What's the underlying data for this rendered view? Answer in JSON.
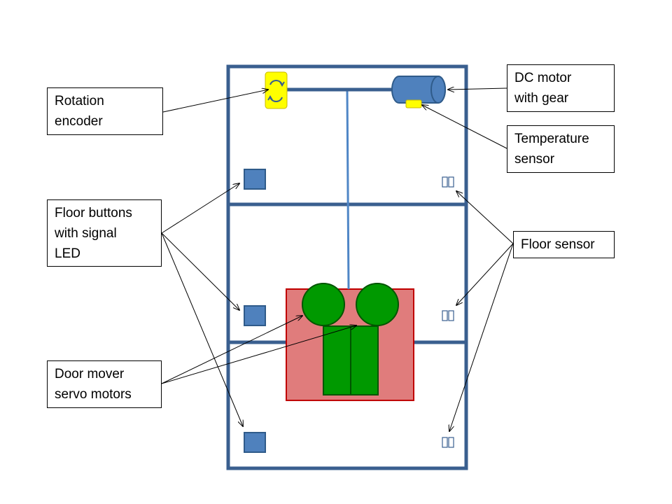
{
  "labels": {
    "rotation_encoder": "Rotation\nencoder",
    "dc_motor": "DC motor\nwith gear",
    "temperature_sensor": "Temperature\nsensor",
    "floor_buttons": "Floor buttons\nwith signal\nLED",
    "floor_sensor": "Floor sensor",
    "door_servos": "Door mover\nservo motors"
  },
  "colors": {
    "shaft_frame": "#3a5f8f",
    "cable": "#4f86c6",
    "motor": "#4f81bd",
    "encoder": "#ffff00",
    "temp_sensor": "#ffff00",
    "floor_button": "#4f81bd",
    "cabin": "#e07c7c",
    "cabin_border": "#c00000",
    "servo": "#009900",
    "door": "#009900",
    "arrow": "#000000"
  },
  "icons": {
    "encoder": "rotation-arrows-icon",
    "floor_sensor": "double-slot-sensor-icon",
    "floor_button": "square-button-icon"
  }
}
